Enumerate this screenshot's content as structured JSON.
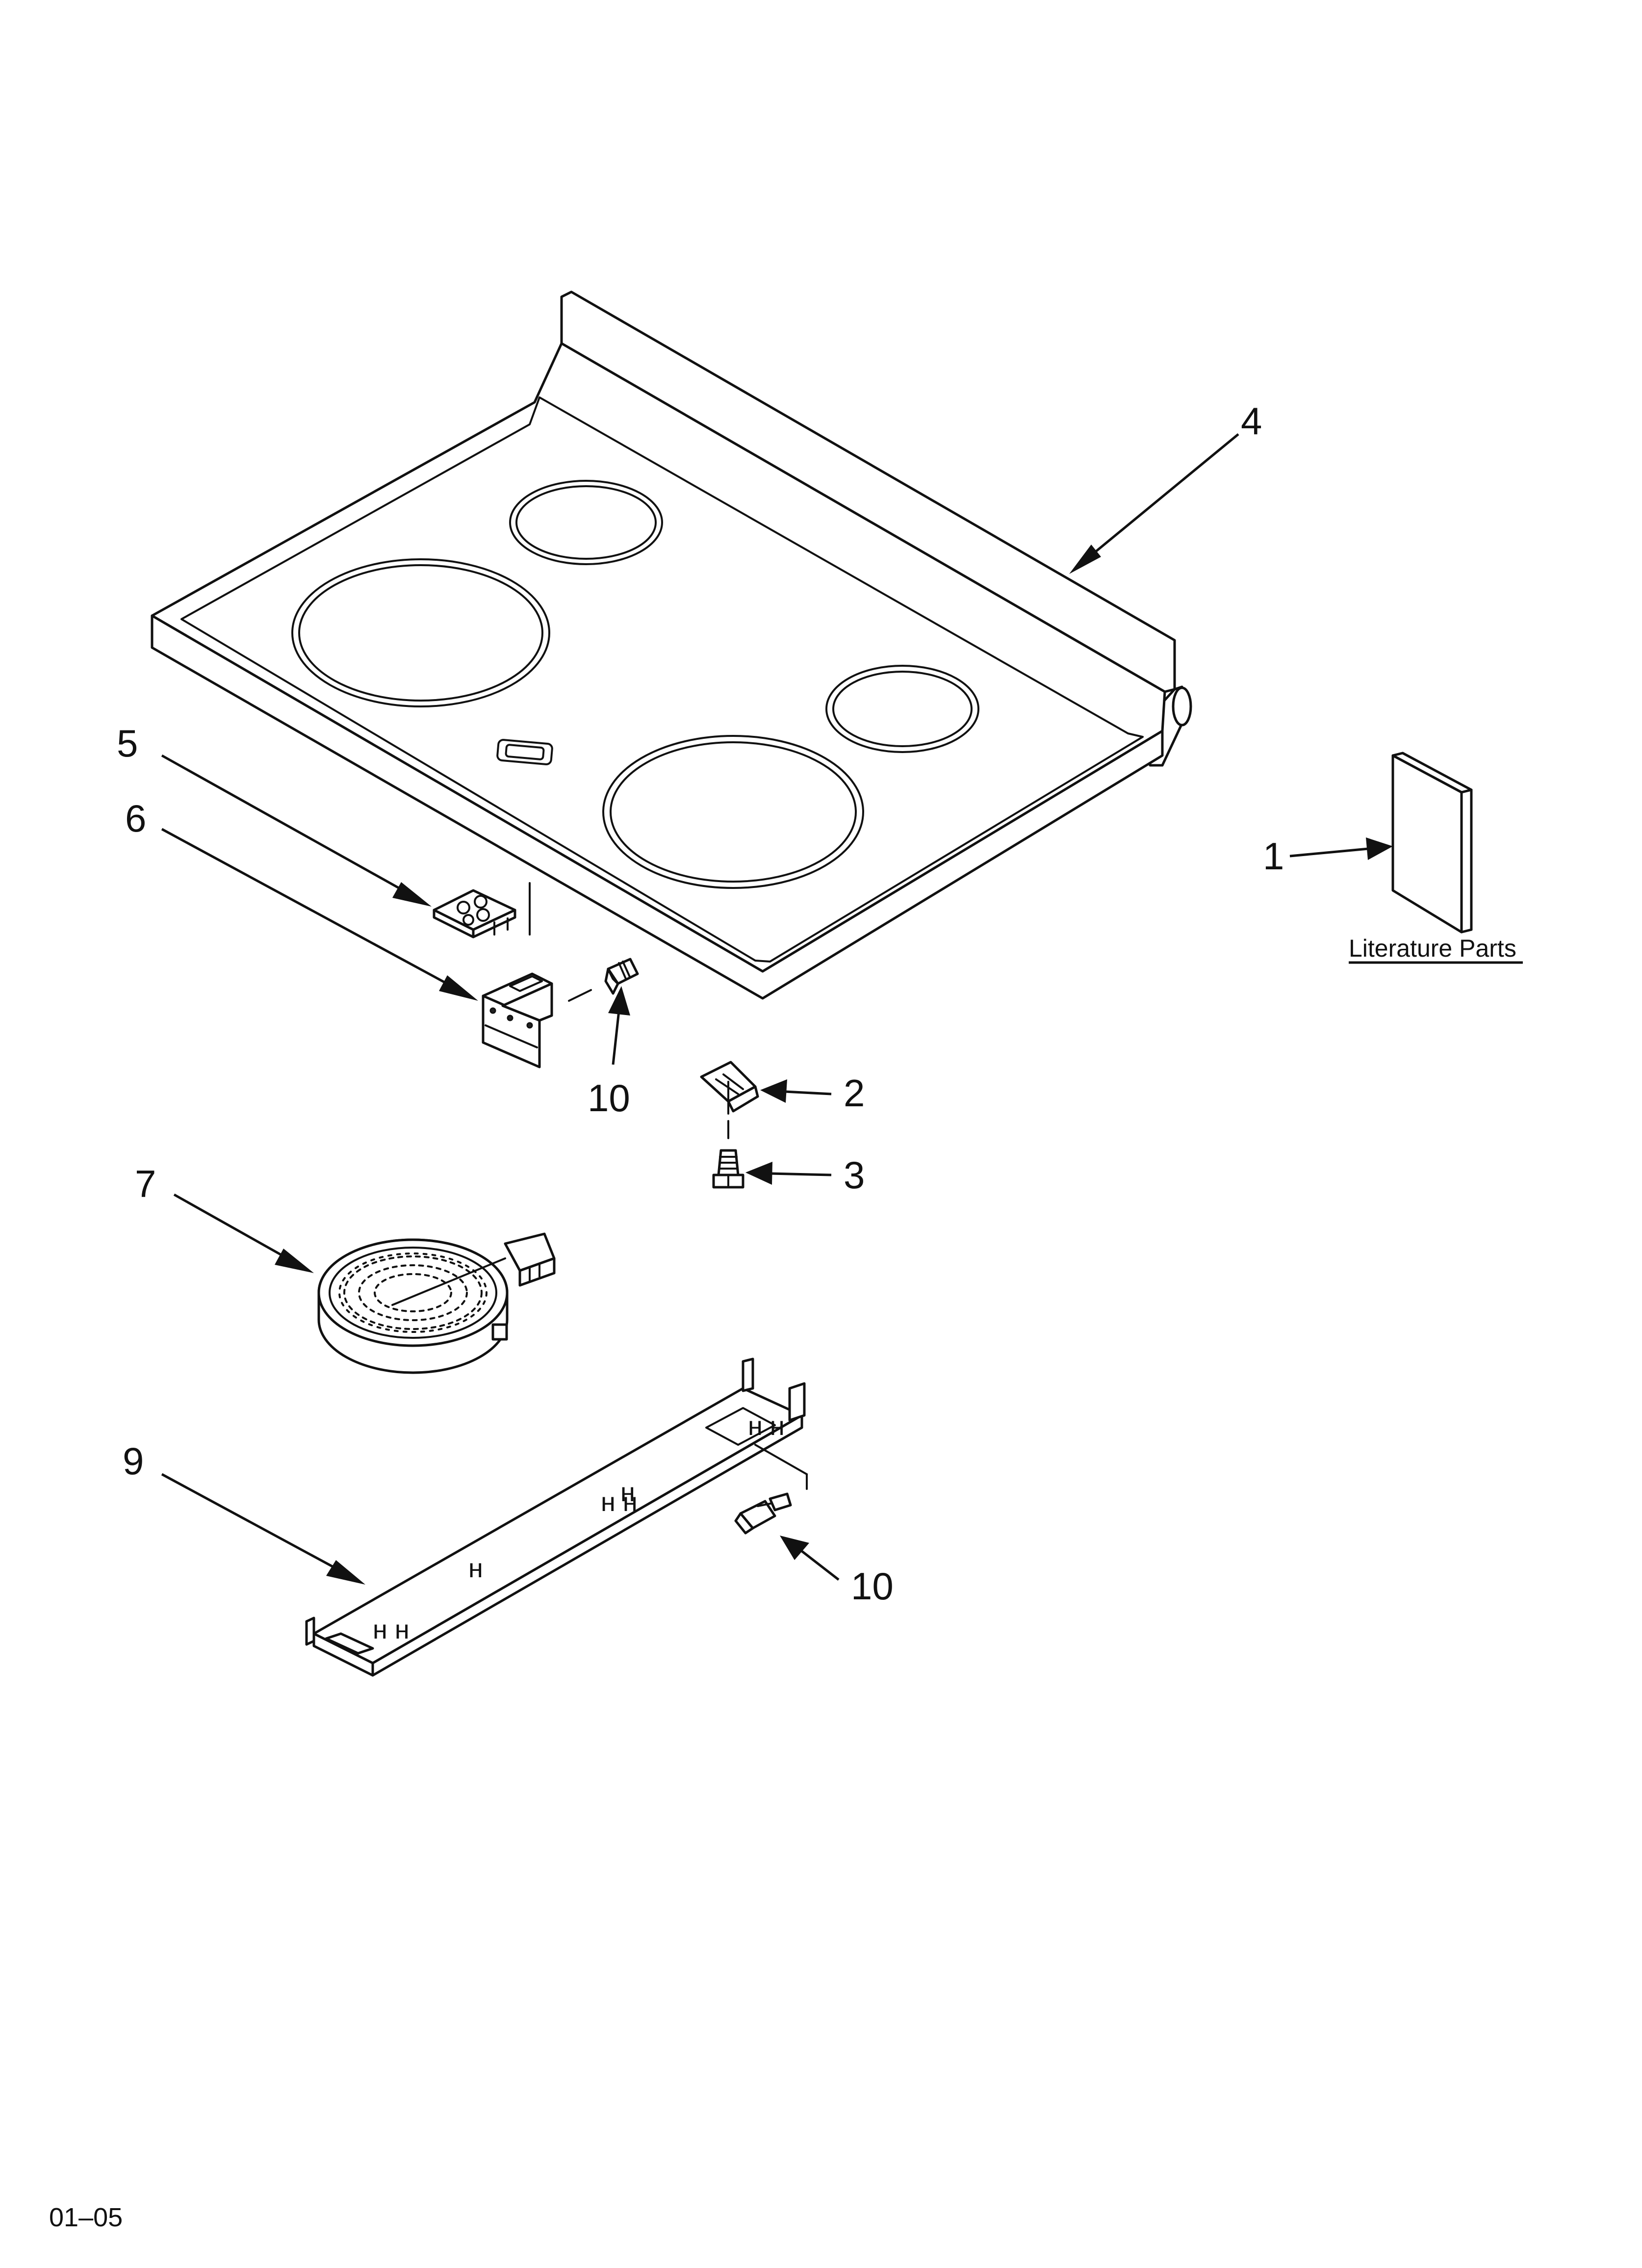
{
  "callouts": {
    "c1": "1",
    "c2": "2",
    "c3": "3",
    "c4": "4",
    "c5": "5",
    "c6": "6",
    "c7": "7",
    "c9": "9",
    "c10a": "10",
    "c10b": "10"
  },
  "literature_label": "Literature Parts",
  "page_code": "01–05"
}
